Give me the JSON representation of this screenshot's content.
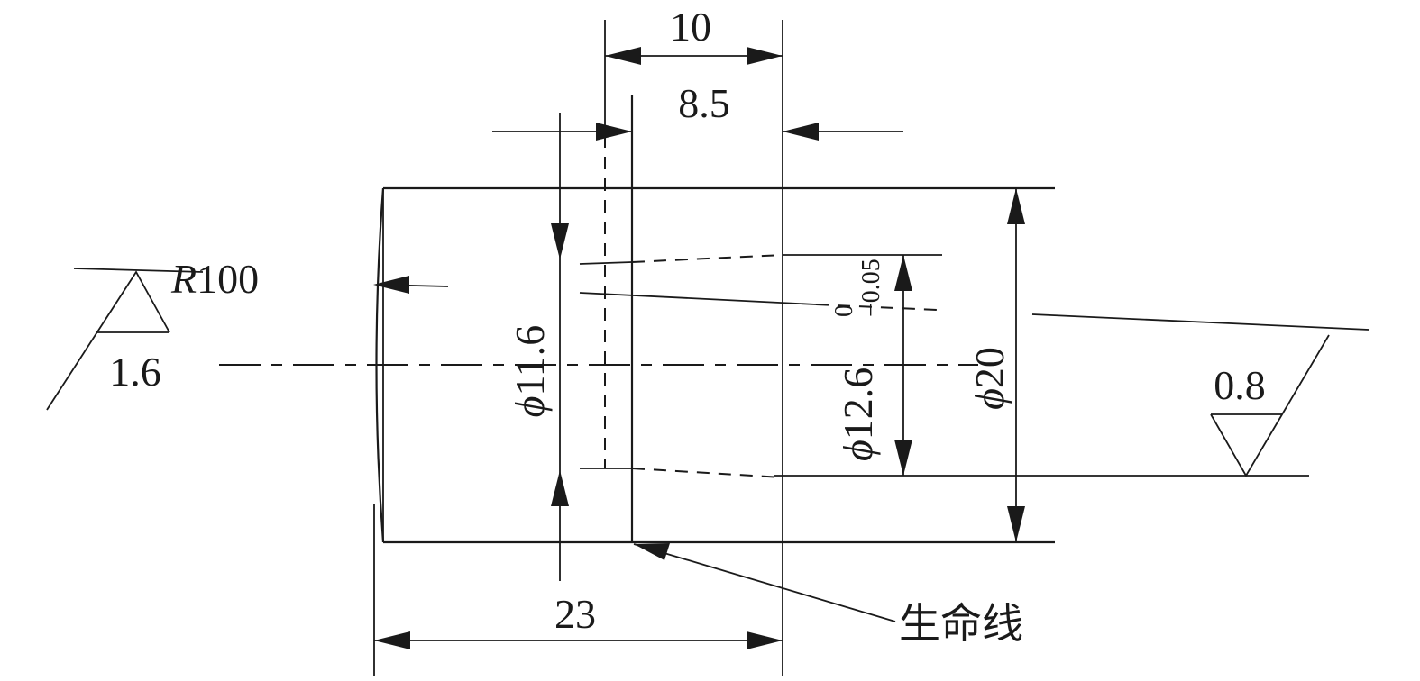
{
  "dimensions": {
    "top_width": "10",
    "inner_width": "8.5",
    "overall_length": "23",
    "radius_prefix": "R",
    "radius_value": "100",
    "inner_diameter_symbol": "ϕ",
    "inner_diameter_value": "11.6",
    "bore_diameter_symbol": "ϕ",
    "bore_diameter_value": "12.6",
    "bore_tolerance_upper": "0",
    "bore_tolerance_lower": "−0.05",
    "outer_diameter_symbol": "ϕ",
    "outer_diameter_value": "20"
  },
  "surface_finish": {
    "left_value": "1.6",
    "right_value": "0.8"
  },
  "annotation": {
    "leader_label": "生命线"
  }
}
